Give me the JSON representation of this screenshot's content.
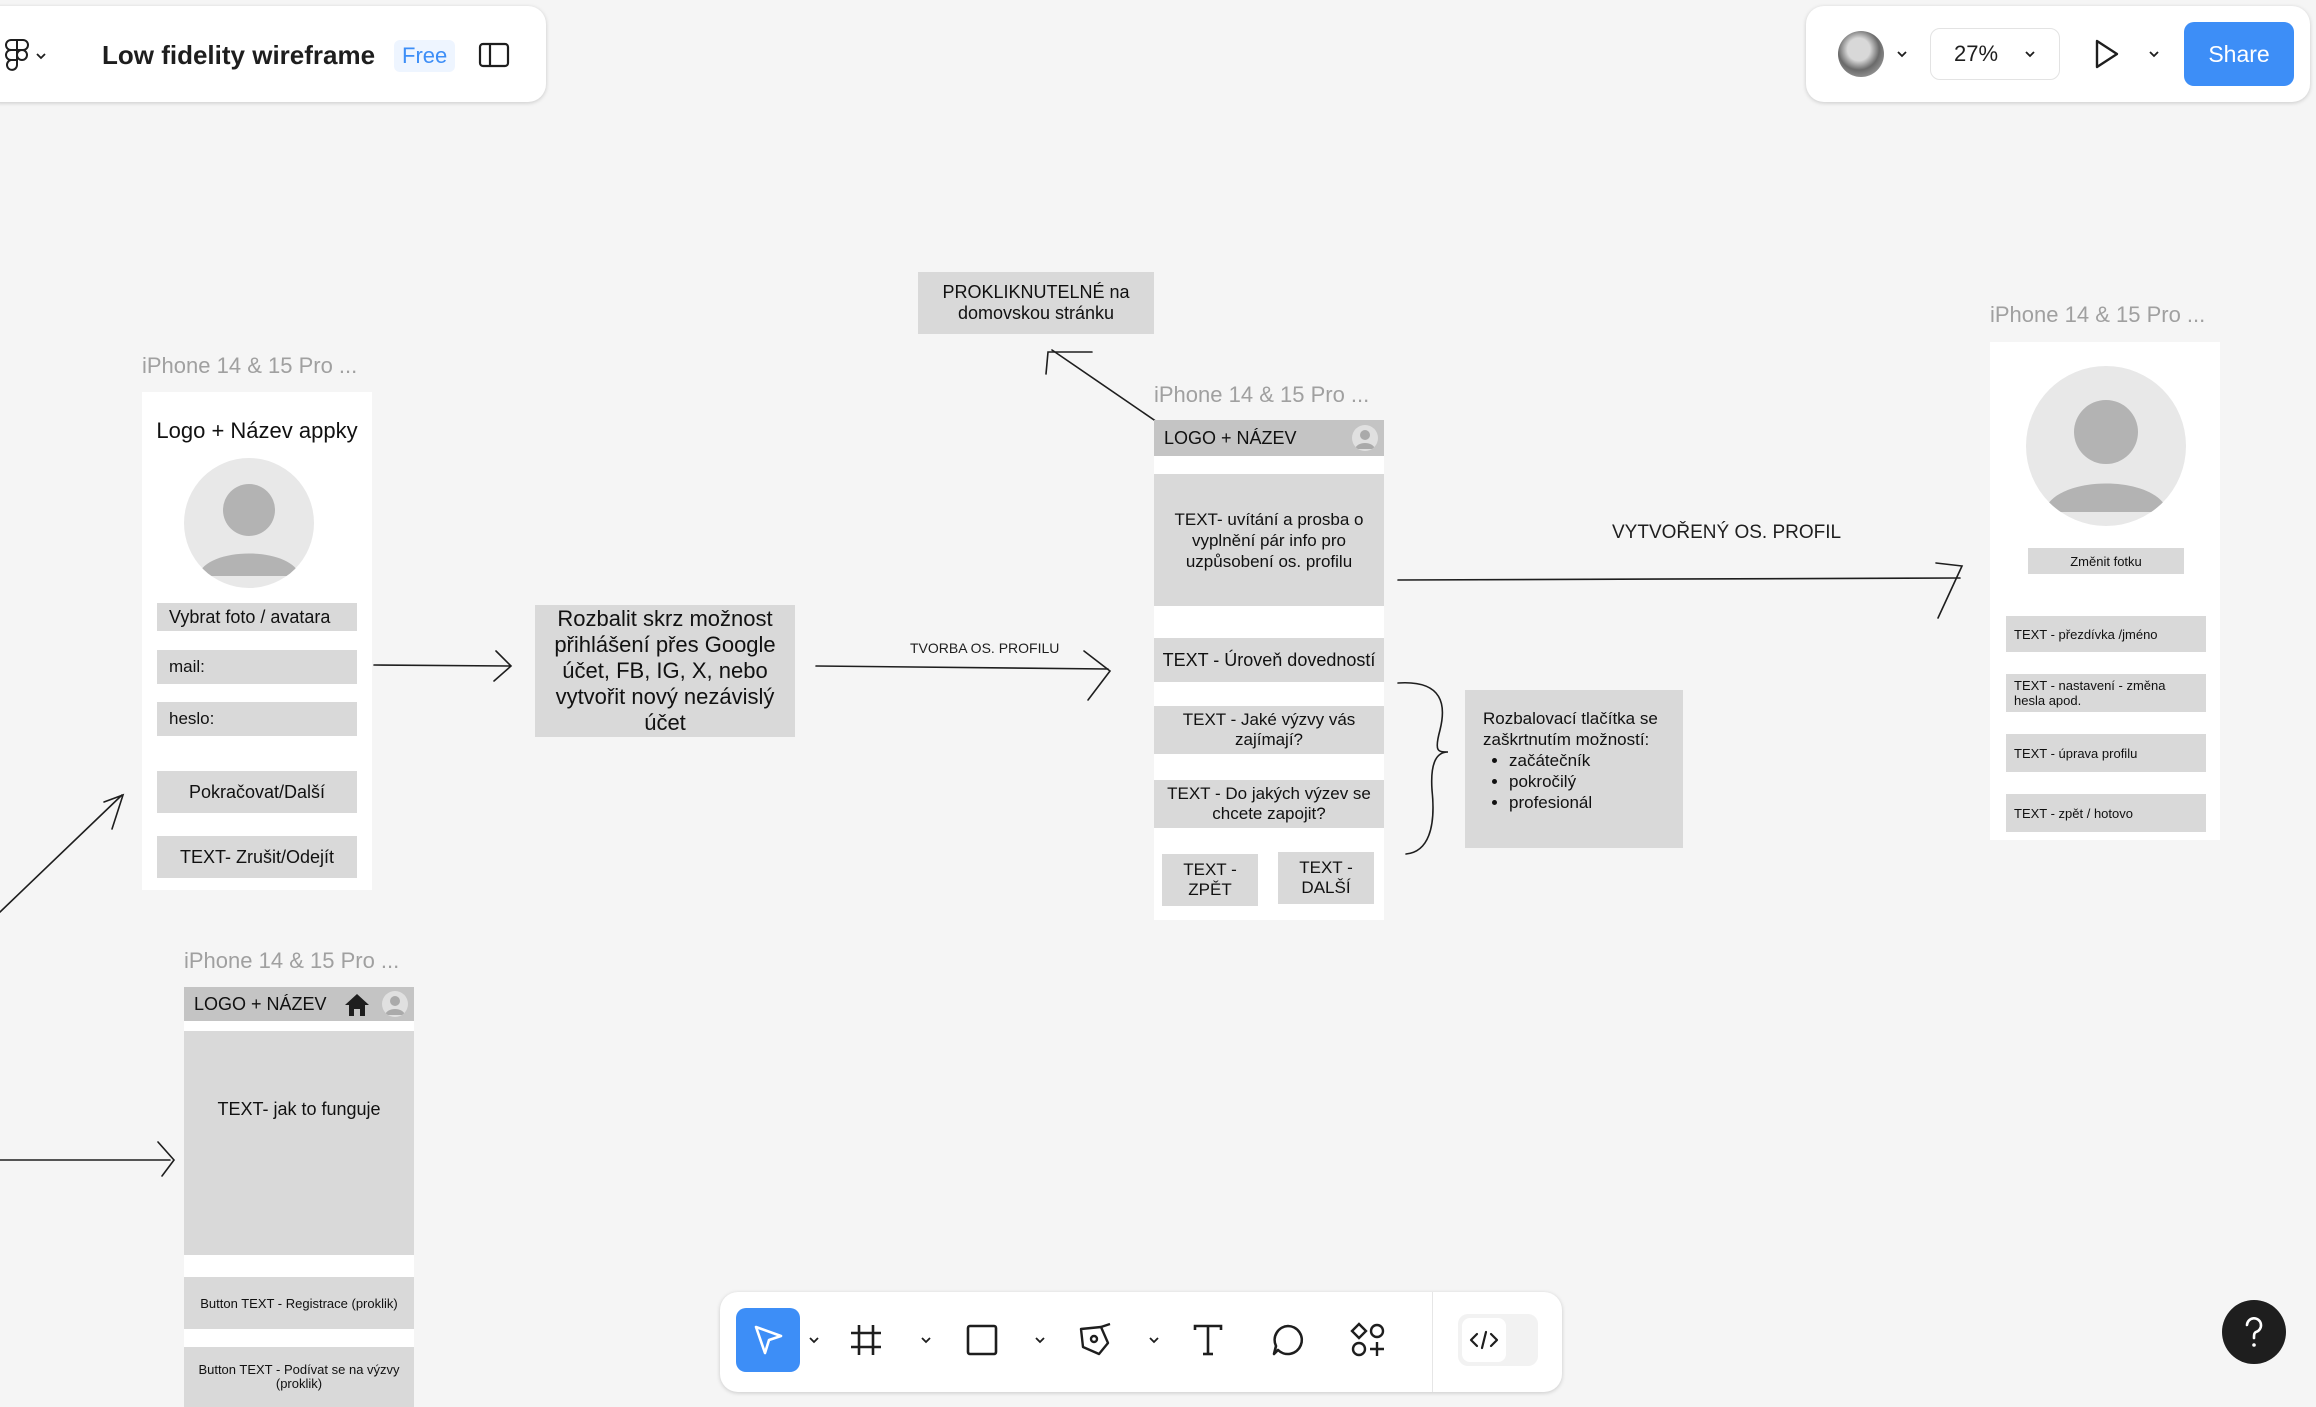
{
  "header": {
    "file_title": "Low fidelity wireframe",
    "plan_badge": "Free",
    "zoom": "27%",
    "share_label": "Share"
  },
  "frames": {
    "login": {
      "label": "iPhone 14 & 15 Pro ...",
      "title": "Logo + Název appky",
      "photo_button": "Vybrat foto / avatara",
      "mail_field": "mail:",
      "password_field": "heslo:",
      "continue_button": "Pokračovat/Další",
      "cancel_button": "TEXT- Zrušit/Odejít"
    },
    "home": {
      "label": "iPhone 14 & 15 Pro ...",
      "navbar_title": "LOGO + NÁZEV",
      "body_text": "TEXT- jak to funguje",
      "button_register": "Button TEXT - Registrace (proklik)",
      "button_challenges": "Button TEXT - Podívat se na výzvy (proklik)"
    },
    "setup": {
      "label": "iPhone 14 & 15 Pro ...",
      "navbar_title": "LOGO + NÁZEV",
      "intro_text": "TEXT- uvítání a prosba o vyplnění pár info pro uzpůsobení os. profilu",
      "skill_level": "TEXT - Úroveň dovedností",
      "interests": "TEXT - Jaké výzvy vás zajímají?",
      "join": "TEXT - Do jakých výzev se chcete zapojit?",
      "back_button": "TEXT - ZPĚT",
      "next_button": "TEXT - DALŠÍ"
    },
    "profile": {
      "label": "iPhone 14 & 15 Pro ...",
      "change_photo": "Změnit fotku",
      "nickname": "TEXT - přezdívka /jméno",
      "settings": "TEXT - nastavení - změna hesla apod.",
      "edit_profile": "TEXT - úprava profilu",
      "back_done": "TEXT - zpět / hotovo"
    }
  },
  "notes": {
    "login_options": "Rozbalit skrz možnost přihlášení přes Google účet, FB, IG, X, nebo vytvořit nový nezávislý účet",
    "clickable_home": "PROKLIKNUTELNÉ na domovskou stránku",
    "dropdowns_title": "Rozbalovací tlačítka se zaškrtnutím možností:",
    "dropdown_options": [
      "začátečník",
      "pokročilý",
      "profesionál"
    ]
  },
  "arrows": {
    "create_profile": "TVORBA OS. PROFILU",
    "profile_created": "VYTVOŘENÝ OS. PROFIL"
  },
  "colors": {
    "canvas": "#f5f5f5",
    "accent": "#3d8ef7",
    "placeholder": "#d9d9d9"
  }
}
